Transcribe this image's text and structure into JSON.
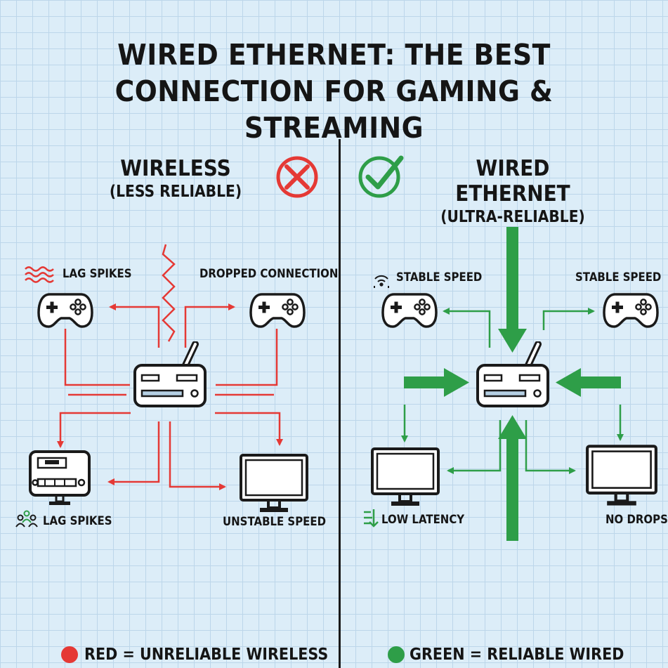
{
  "title": {
    "line1": "WIRED ETHERNET: THE BEST",
    "line2": "CONNECTION FOR GAMING & STREAMING"
  },
  "wireless": {
    "heading": "WIRELESS",
    "subheading": "(LESS RELIABLE)",
    "labels": {
      "top_left": "LAG SPIKES",
      "top_right": "DROPPED CONNECTION",
      "bottom_left": "LAG SPIKES",
      "bottom_right": "UNSTABLE SPEED"
    }
  },
  "wired": {
    "heading": "WIRED ETHERNET",
    "subheading": "(ULTRA-RELIABLE)",
    "labels": {
      "top_left": "STABLE SPEED",
      "top_right": "STABLE SPEED",
      "bottom_left": "LOW LATENCY",
      "bottom_right": "NO DROPS"
    }
  },
  "legend": {
    "red": "RED = UNRELIABLE WIRELESS",
    "green": "GREEN = RELIABLE WIRED"
  },
  "colors": {
    "red": "#e53935",
    "green": "#2e9e48",
    "ink": "#1a1a1a",
    "background": "#dcedf8"
  },
  "icons": [
    "x-cross-icon",
    "checkmark-icon",
    "gamepad-icon",
    "router-icon",
    "monitor-icon",
    "console-icon",
    "wifi-icon",
    "users-icon"
  ]
}
